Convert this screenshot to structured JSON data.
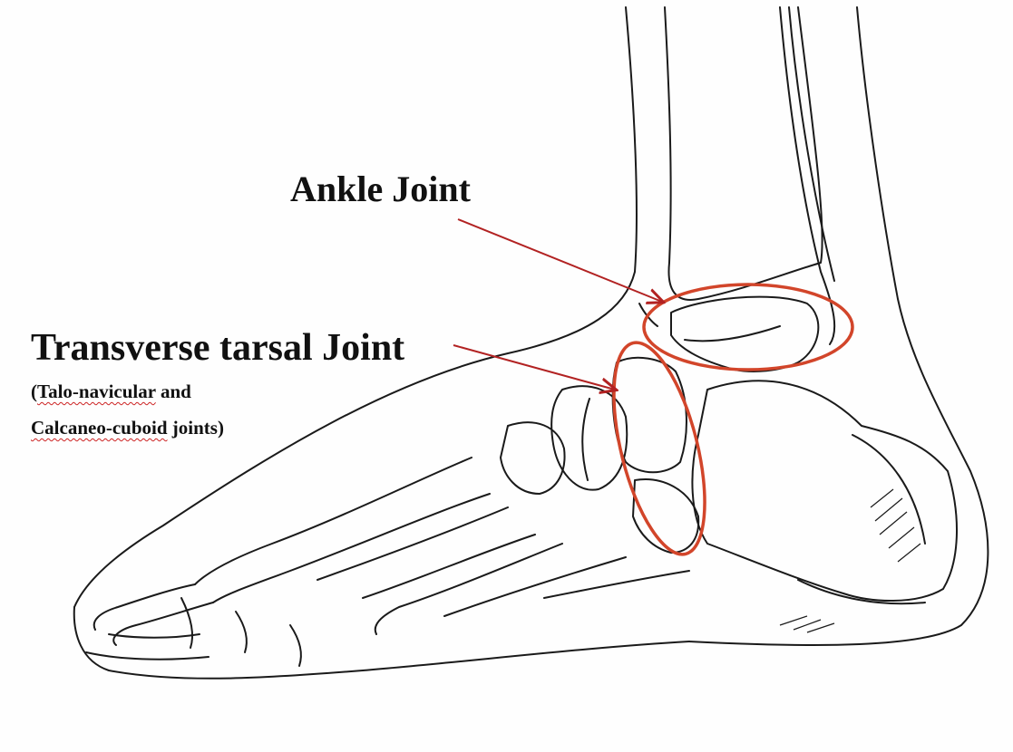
{
  "labels": {
    "ankle_joint": "Ankle Joint",
    "transverse_tarsal_joint": "Transverse tarsal Joint",
    "sub_line1_open": "(",
    "sub_line1_underlined": "Talo-navicular",
    "sub_line1_rest": " and",
    "sub_line2_underlined": "Calcaneo-cuboid",
    "sub_line2_rest": " joints)"
  },
  "colors": {
    "line_art": "#1a1a1a",
    "highlight": "#d2452a",
    "arrow": "#b22222",
    "text": "#111111",
    "spellcheck_underline": "#cc2222"
  }
}
